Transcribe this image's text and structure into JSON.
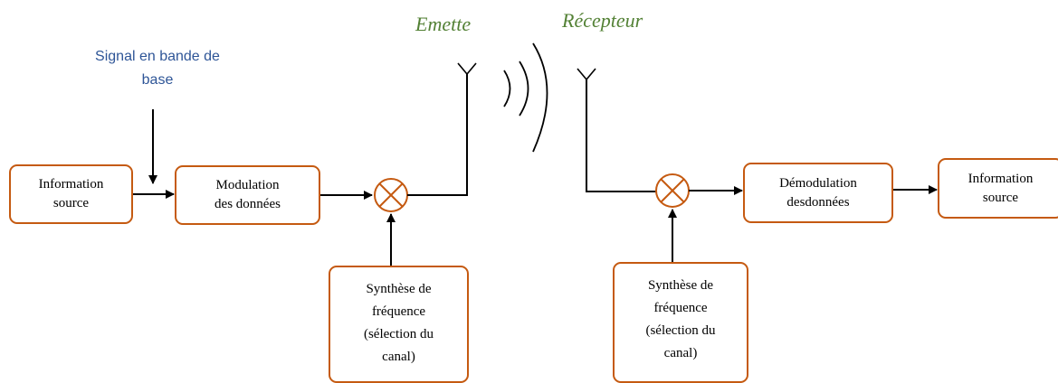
{
  "labels": {
    "baseband_signal": "Signal en bande de\nbase",
    "emitter": "Emette",
    "receiver": "Récepteur"
  },
  "transmitter": {
    "information_source": "Information\nsource",
    "modulation": "Modulation\ndes données",
    "frequency_synthesis": "Synthèse de\nfréquence\n(sélection du\ncanal)"
  },
  "receiver_chain": {
    "demodulation": "Démodulation\ndesdonnées",
    "information_source": "Information\nsource",
    "frequency_synthesis": "Synthèse de\nfréquence\n(sélection du\ncanal)"
  },
  "colors": {
    "box_border": "#c55a11",
    "baseband_label": "#2e5597",
    "antenna_labels": "#538135",
    "lines": "#000000"
  }
}
